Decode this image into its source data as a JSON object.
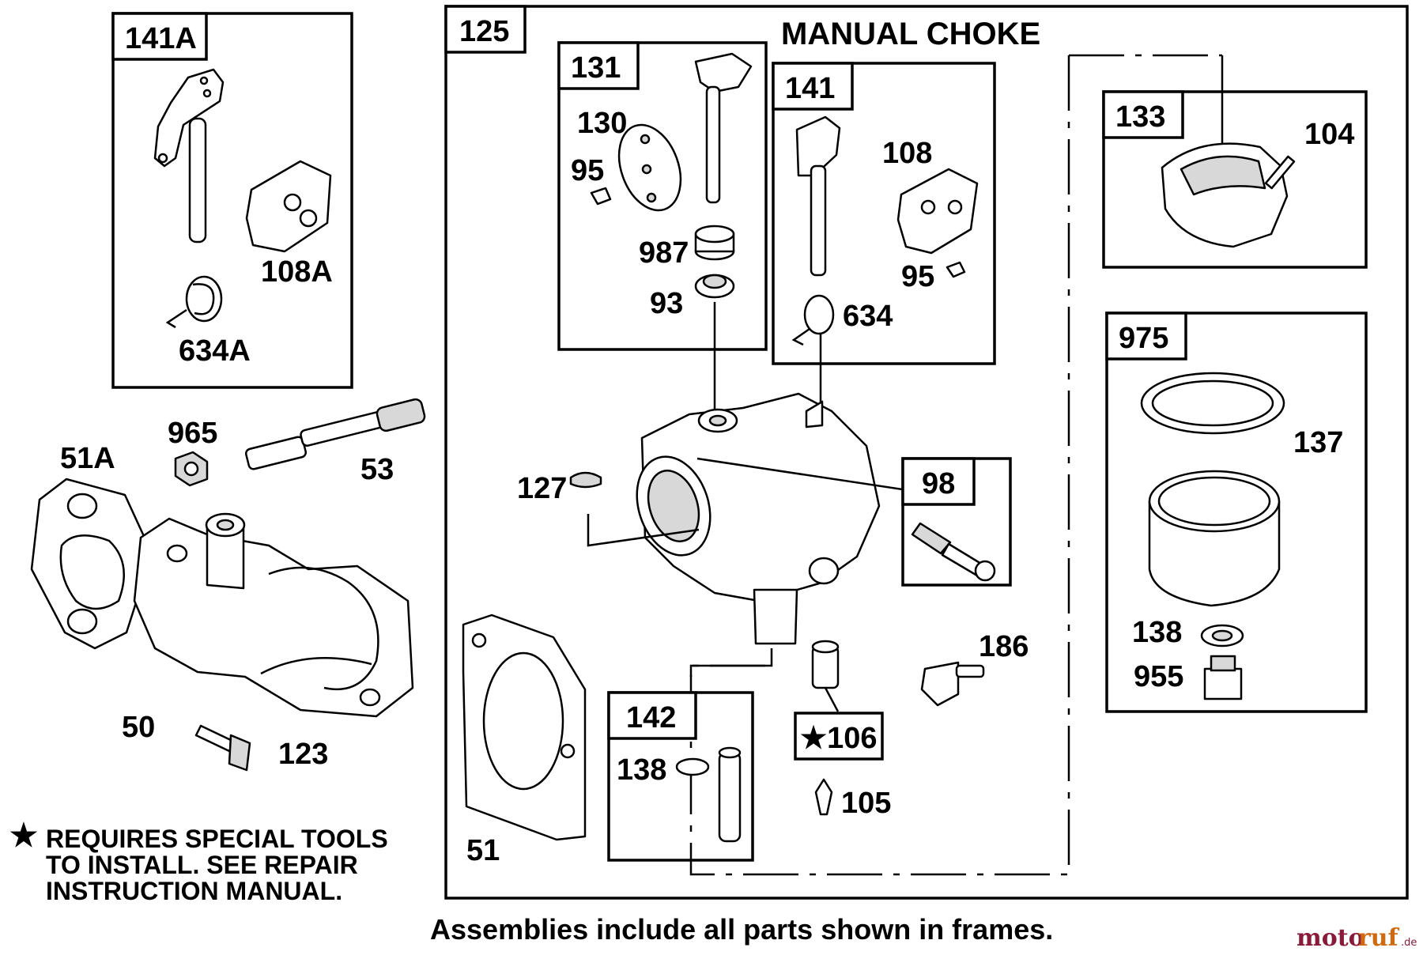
{
  "header": {
    "title": "MANUAL CHOKE"
  },
  "frames": {
    "f141A": "141A",
    "f125": "125",
    "f131": "131",
    "f141": "141",
    "f133": "133",
    "f975": "975",
    "f98": "98",
    "f142": "142",
    "f106": "★106"
  },
  "labels": {
    "p108A": "108A",
    "p634A": "634A",
    "p965": "965",
    "p51A": "51A",
    "p53": "53",
    "p50": "50",
    "p123": "123",
    "p130": "130",
    "p95a": "95",
    "p987": "987",
    "p93": "93",
    "p108": "108",
    "p95b": "95",
    "p634": "634",
    "p104": "104",
    "p137": "137",
    "p138a": "138",
    "p955": "955",
    "p127": "127",
    "p186": "186",
    "p51": "51",
    "p138b": "138",
    "p105": "105"
  },
  "note": {
    "star": "★",
    "line1": "REQUIRES SPECIAL TOOLS",
    "line2": "TO INSTALL.  SEE REPAIR",
    "line3": "INSTRUCTION MANUAL."
  },
  "footer": {
    "caption": "Assemblies include all parts shown in frames."
  },
  "watermark": {
    "part1": "moto",
    "part2": "ruf",
    "part3": ".de"
  }
}
